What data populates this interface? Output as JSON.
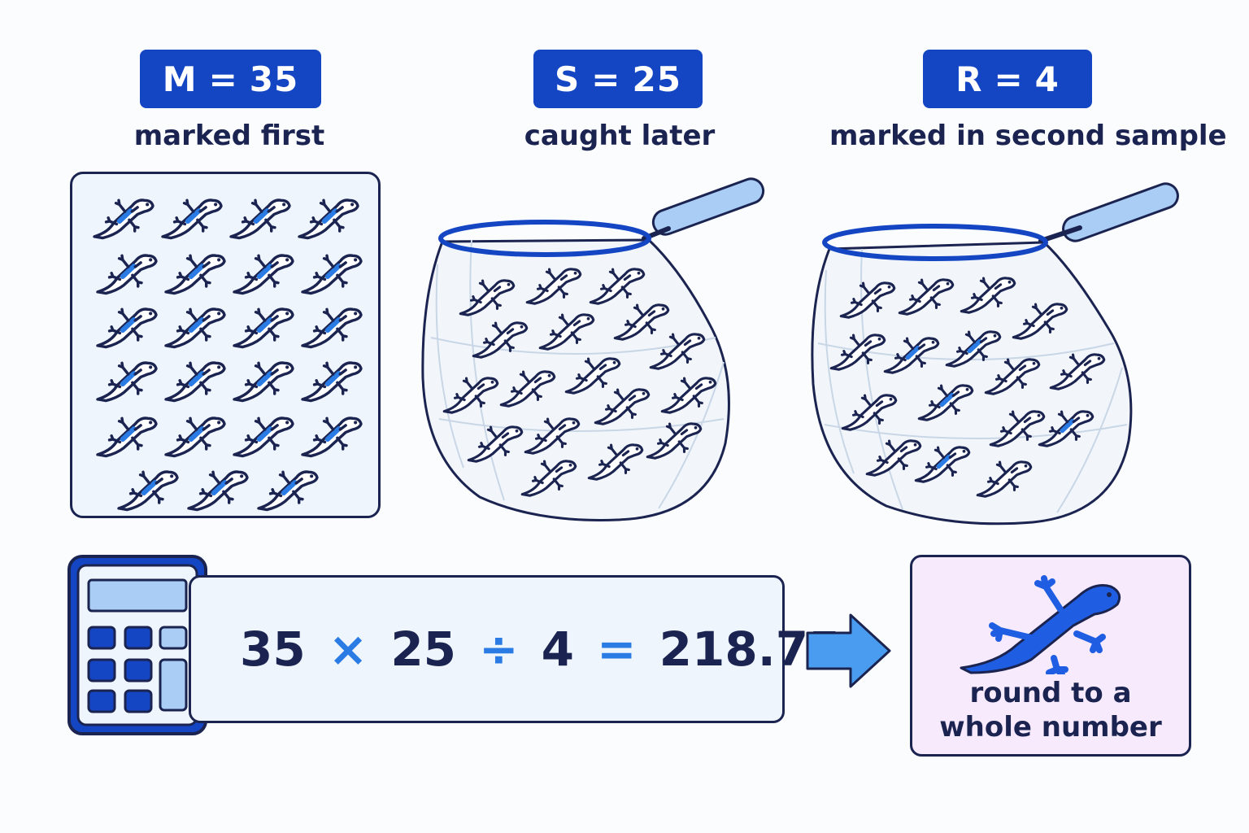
{
  "variables": [
    {
      "symbol": "M",
      "value": "35",
      "caption": "marked first"
    },
    {
      "symbol": "S",
      "value": "25",
      "caption": "caught later"
    },
    {
      "symbol": "R",
      "value": "4",
      "caption": "marked in second sample"
    }
  ],
  "equation": {
    "term1": "35",
    "op1": "×",
    "term2": "25",
    "op2": "÷",
    "term3": "4",
    "eq": "=",
    "result": "218.75"
  },
  "result_note": {
    "line1": "round to a",
    "line2": "whole number"
  },
  "colors": {
    "badge": "#1446c4",
    "outline": "#1b2450",
    "accent": "#2a7be4",
    "panel": "#eef5fd",
    "result_panel": "#f6eafc"
  },
  "icons": [
    "gecko-icon",
    "net-icon",
    "calculator-icon",
    "arrow-right-icon"
  ]
}
